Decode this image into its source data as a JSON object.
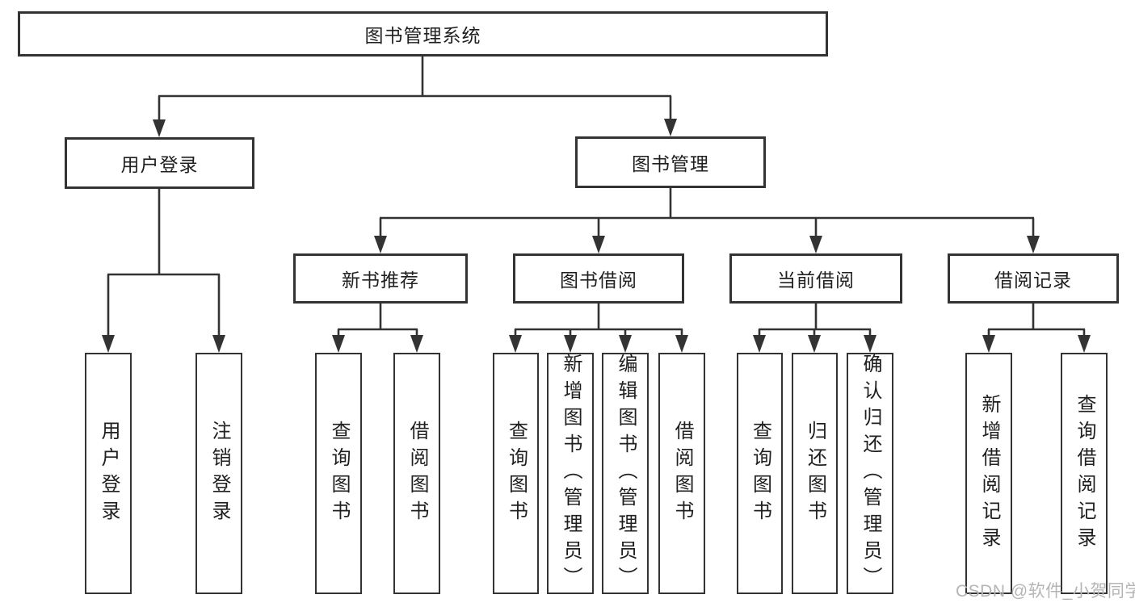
{
  "diagram": {
    "kind": "function-structure-tree",
    "colors": {
      "line": "#333333",
      "box_border": "#333333",
      "box_fill": "#ffffff",
      "text": "#1f1f1f",
      "watermark": "#b5b5b5",
      "background": "#ffffff"
    },
    "tree": {
      "root": {
        "label": "图书管理系统"
      },
      "children": [
        {
          "label": "用户登录",
          "children": [
            {
              "label": "用户登录"
            },
            {
              "label": "注销登录"
            }
          ]
        },
        {
          "label": "图书管理",
          "children": [
            {
              "label": "新书推荐",
              "children": [
                {
                  "label": "查询图书"
                },
                {
                  "label": "借阅图书"
                }
              ]
            },
            {
              "label": "图书借阅",
              "children": [
                {
                  "label": "查询图书"
                },
                {
                  "label": "新增图书（管理员）"
                },
                {
                  "label": "编辑图书（管理员）"
                },
                {
                  "label": "借阅图书"
                }
              ]
            },
            {
              "label": "当前借阅",
              "children": [
                {
                  "label": "查询图书"
                },
                {
                  "label": "归还图书"
                },
                {
                  "label": "确认归还（管理员）"
                }
              ]
            },
            {
              "label": "借阅记录",
              "children": [
                {
                  "label": "新增借阅记录"
                },
                {
                  "label": "查询借阅记录"
                }
              ]
            }
          ]
        }
      ]
    },
    "watermark": {
      "text": "CSDN @软件_小贺同学"
    }
  }
}
